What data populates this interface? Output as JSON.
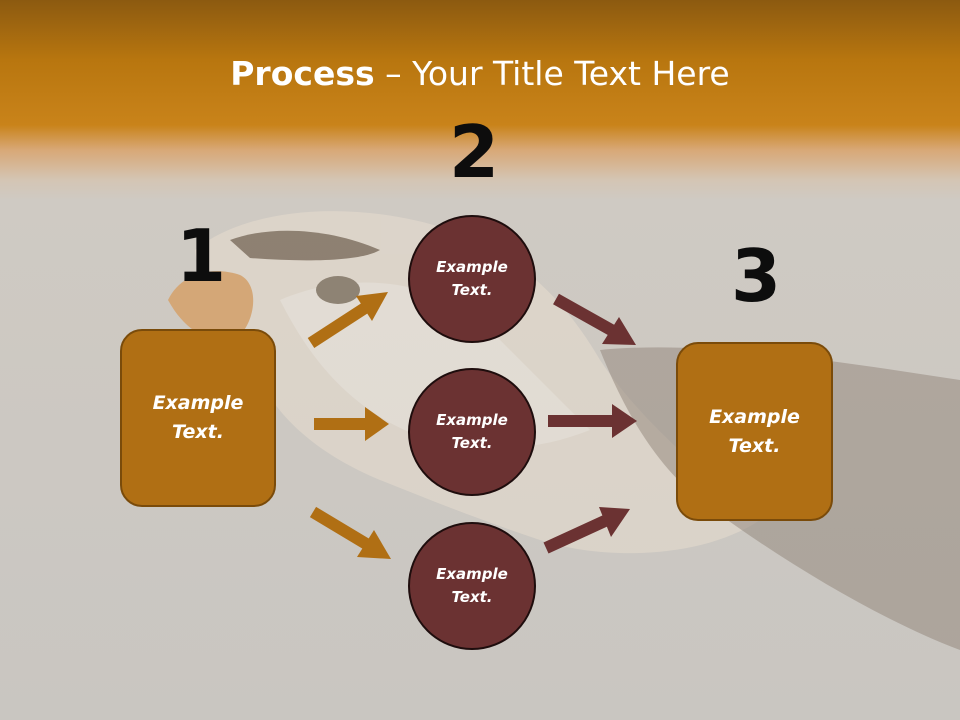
{
  "title": {
    "bold": "Process",
    "rest": " – Your Title Text Here"
  },
  "numbers": [
    "1",
    "2",
    "3"
  ],
  "left_box": {
    "line1": "Example",
    "line2": "Text."
  },
  "right_box": {
    "line1": "Example",
    "line2": "Text."
  },
  "circles": [
    {
      "line1": "Example",
      "line2": "Text."
    },
    {
      "line1": "Example",
      "line2": "Text."
    },
    {
      "line1": "Example",
      "line2": "Text."
    }
  ],
  "colors": {
    "box": "#b06f14",
    "circle": "#6b3232",
    "arrow_left": "#b06f14",
    "arrow_right": "#6b3232",
    "header": "#c9831a"
  }
}
